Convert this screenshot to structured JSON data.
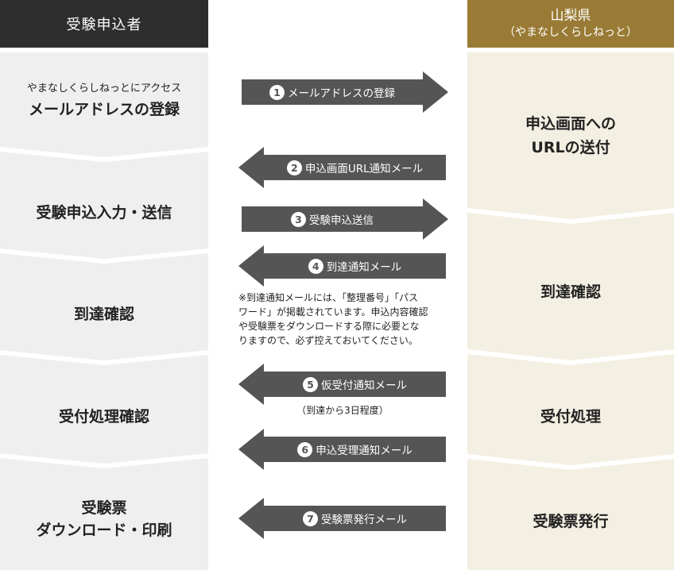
{
  "colors": {
    "left_bg": "#efefef",
    "right_bg": "#f3efe2",
    "arrow": "#555555",
    "left_header": "#2e2e2e",
    "right_header": "#9a7b35"
  },
  "header": {
    "left": "受験申込者",
    "right_line1": "山梨県",
    "right_line2": "（やまなしくらしねっと）"
  },
  "left_steps": [
    {
      "small": "やまなしくらしねっとにアクセス",
      "main": "メールアドレスの登録"
    },
    {
      "main": "受験申込入力・送信"
    },
    {
      "main": "到達確認"
    },
    {
      "main": "受付処理確認"
    },
    {
      "main_line1": "受験票",
      "main_line2": "ダウンロード・印刷"
    }
  ],
  "right_steps": [
    {
      "line1": "申込画面への",
      "line2": "URLの送付"
    },
    {
      "main": "到達確認"
    },
    {
      "main": "受付処理"
    },
    {
      "main": "受験票発行"
    }
  ],
  "arrows": [
    {
      "num": "1",
      "label": "メールアドレスの登録",
      "direction": "right"
    },
    {
      "num": "2",
      "label": "申込画面URL通知メール",
      "direction": "left"
    },
    {
      "num": "3",
      "label": "受験申込送信",
      "direction": "right"
    },
    {
      "num": "4",
      "label": "到達通知メール",
      "direction": "left"
    },
    {
      "num": "5",
      "label": "仮受付通知メール",
      "direction": "left"
    },
    {
      "num": "6",
      "label": "申込受理通知メール",
      "direction": "left"
    },
    {
      "num": "7",
      "label": "受験票発行メール",
      "direction": "left"
    }
  ],
  "notes": {
    "arrival_note_lines": [
      "※到達通知メールには、「整理番号」「パス",
      "ワード」が掲載されています。申込内容確認",
      "や受験票をダウンロードする際に必要とな",
      "りますので、必ず控えておいてください。"
    ],
    "provisional_note": "（到達から3日程度）"
  }
}
